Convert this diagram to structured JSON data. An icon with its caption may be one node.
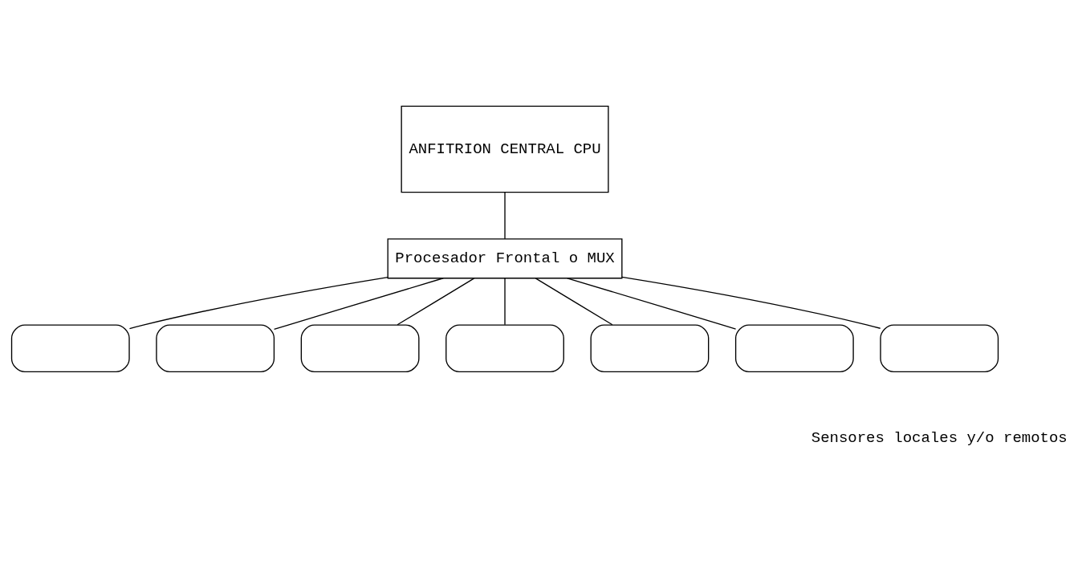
{
  "diagram": {
    "nodes": [
      {
        "text": [
          "ANFITRION CENTRAL CPU"
        ]
      },
      {
        "text": [
          "Procesador Frontal o MUX"
        ]
      },
      {
        "text": [],
        "shape": "box"
      },
      {
        "text": [],
        "shape": "box"
      },
      {
        "text": [],
        "shape": "box"
      },
      {
        "text": [],
        "shape": "box"
      },
      {
        "text": [],
        "shape": "box"
      },
      {
        "text": [],
        "shape": "box"
      },
      {
        "text": [],
        "shape": "box"
      }
    ],
    "edges": [
      {
        "from": 0,
        "to": 1,
        "arrow": "none"
      },
      {
        "from": 1,
        "to": 2,
        "arrow": "none"
      },
      {
        "from": 1,
        "to": 3,
        "arrow": "none"
      },
      {
        "from": 1,
        "to": 4,
        "arrow": "none"
      },
      {
        "from": 1,
        "to": 5,
        "arrow": "none"
      },
      {
        "from": 1,
        "to": 6,
        "arrow": "none"
      },
      {
        "from": 1,
        "to": 7,
        "arrow": "none"
      },
      {
        "from": 1,
        "to": 8,
        "arrow": "none"
      }
    ],
    "labels": [
      "Sensores locales y/o remotos"
    ]
  }
}
